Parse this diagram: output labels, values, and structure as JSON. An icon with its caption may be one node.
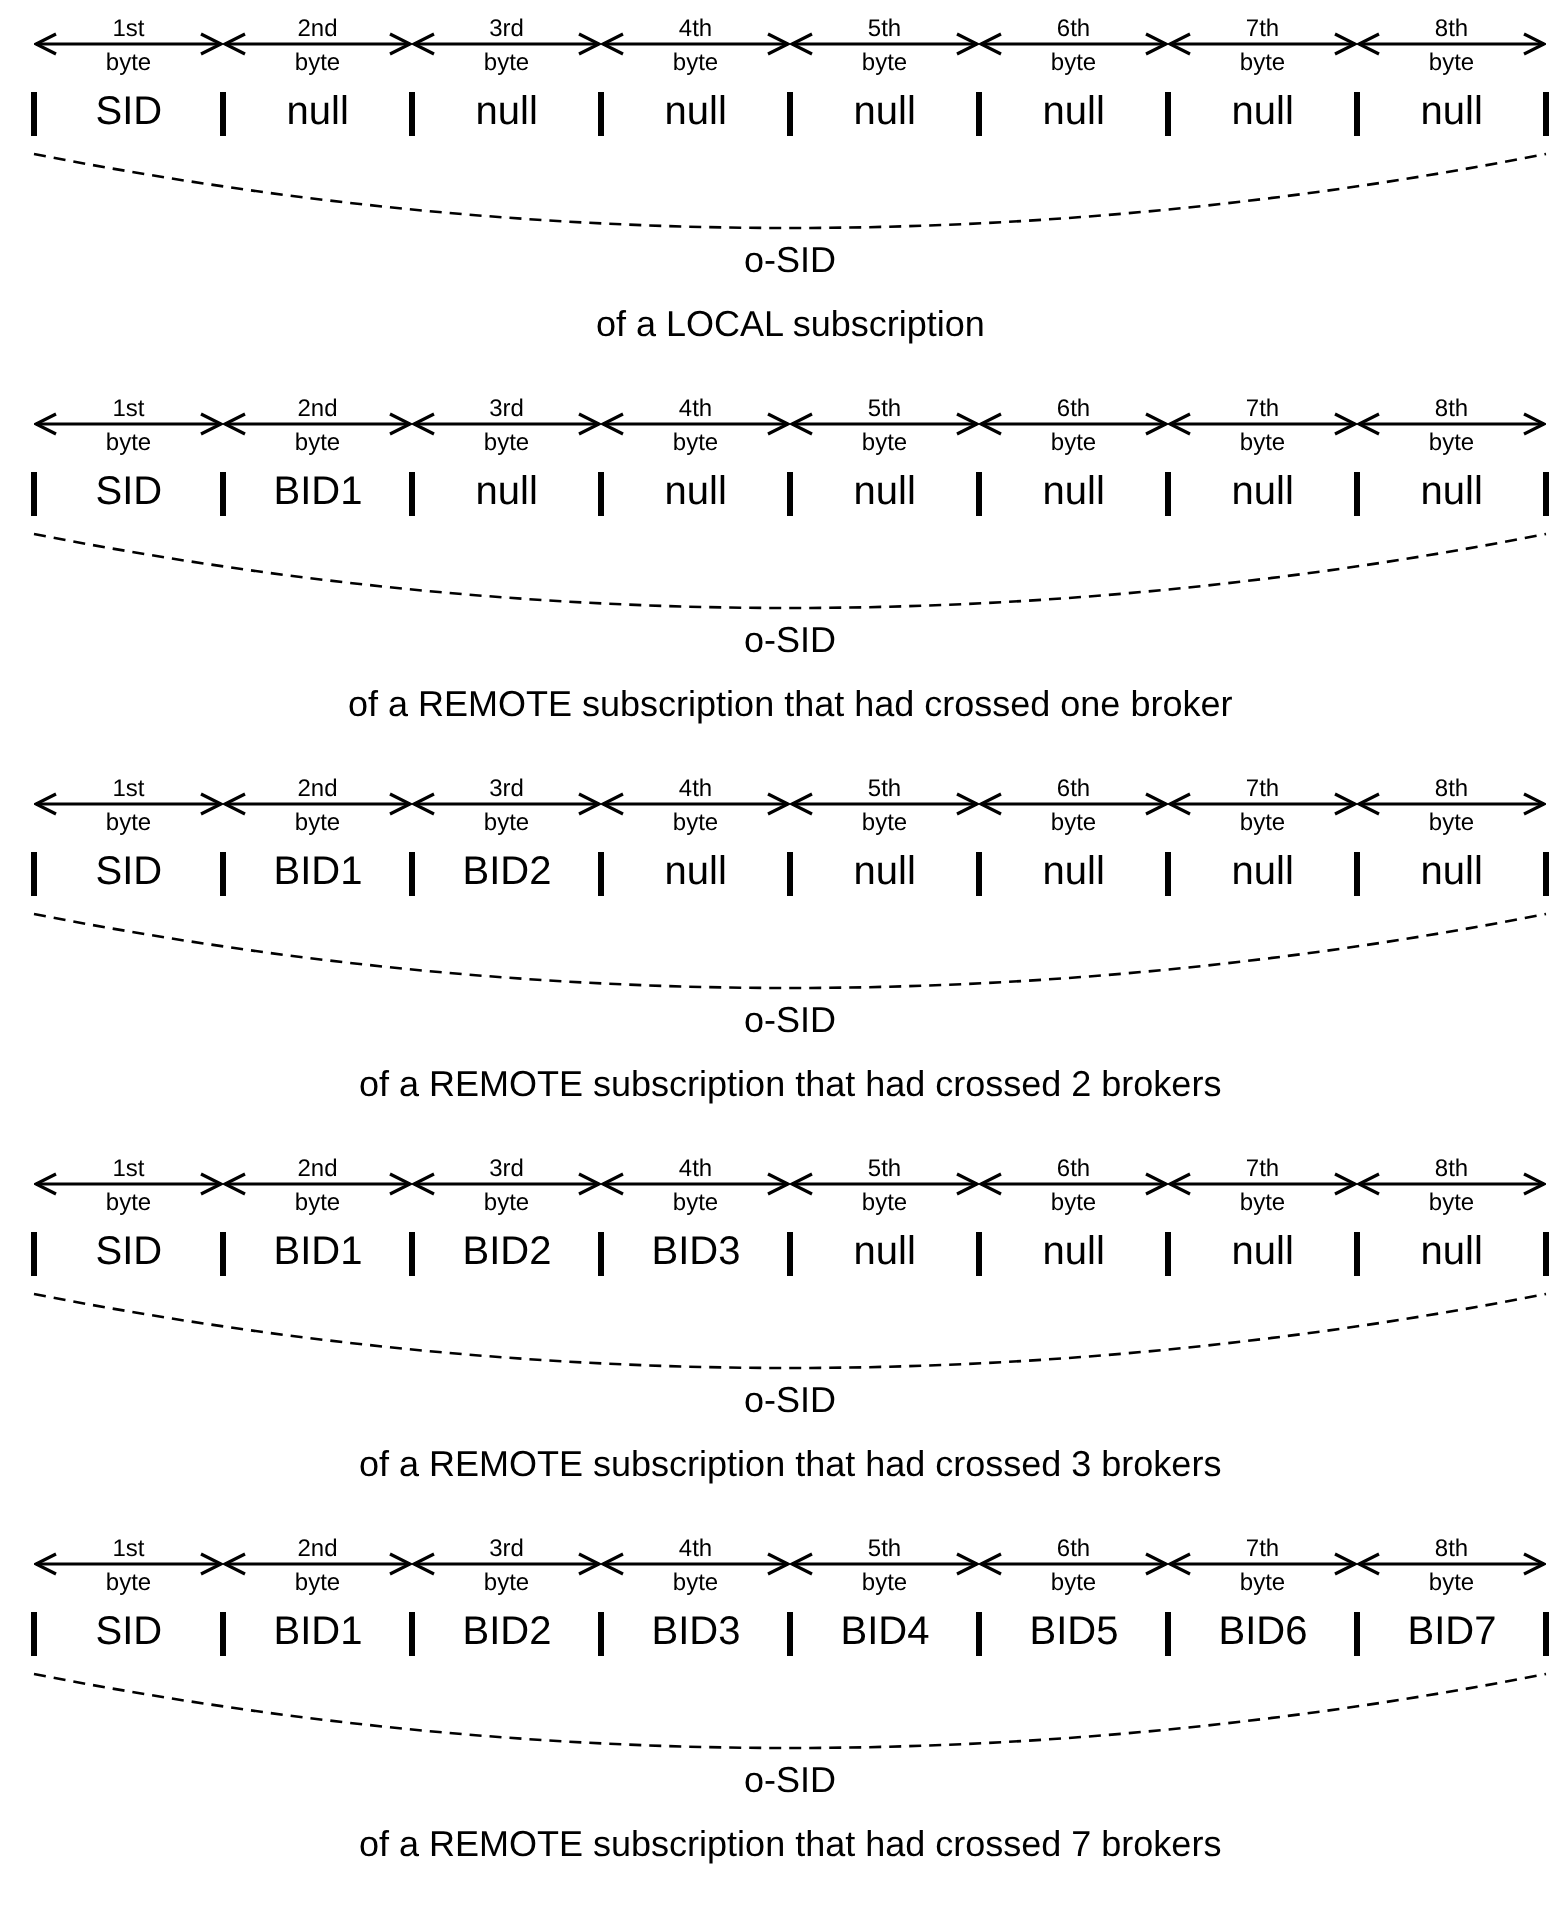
{
  "diagram": {
    "labels": [
      "1st byte",
      "2nd byte",
      "3rd byte",
      "4th byte",
      "5th byte",
      "6th byte",
      "7th byte",
      "8th byte",
      "SID",
      "null",
      "null",
      "null",
      "null",
      "null",
      "null",
      "null",
      "o-SID",
      "of a LOCAL subscription",
      "1st byte",
      "2nd byte",
      "3rd byte",
      "4th byte",
      "5th byte",
      "6th byte",
      "7th byte",
      "8th byte",
      "SID",
      "BID1",
      "null",
      "null",
      "null",
      "null",
      "null",
      "null",
      "o-SID",
      "of a REMOTE subscription that had crossed one broker",
      "1st byte",
      "2nd byte",
      "3rd byte",
      "4th byte",
      "5th byte",
      "6th byte",
      "7th byte",
      "8th byte",
      "SID",
      "BID1",
      "BID2",
      "null",
      "null",
      "null",
      "null",
      "null",
      "o-SID",
      "of a REMOTE subscription that had crossed 2 brokers",
      "1st byte",
      "2nd byte",
      "3rd byte",
      "4th byte",
      "5th byte",
      "6th byte",
      "7th byte",
      "8th byte",
      "SID",
      "BID1",
      "BID2",
      "BID3",
      "null",
      "null",
      "null",
      "null",
      "o-SID",
      "of a REMOTE subscription that had crossed 3 brokers",
      "1st byte",
      "2nd byte",
      "3rd byte",
      "4th byte",
      "5th byte",
      "6th byte",
      "7th byte",
      "8th byte",
      "SID",
      "BID1",
      "BID2",
      "BID3",
      "BID4",
      "BID5",
      "BID6",
      "BID7",
      "o-SID",
      "of a REMOTE subscription that had crossed 7 brokers"
    ]
  }
}
